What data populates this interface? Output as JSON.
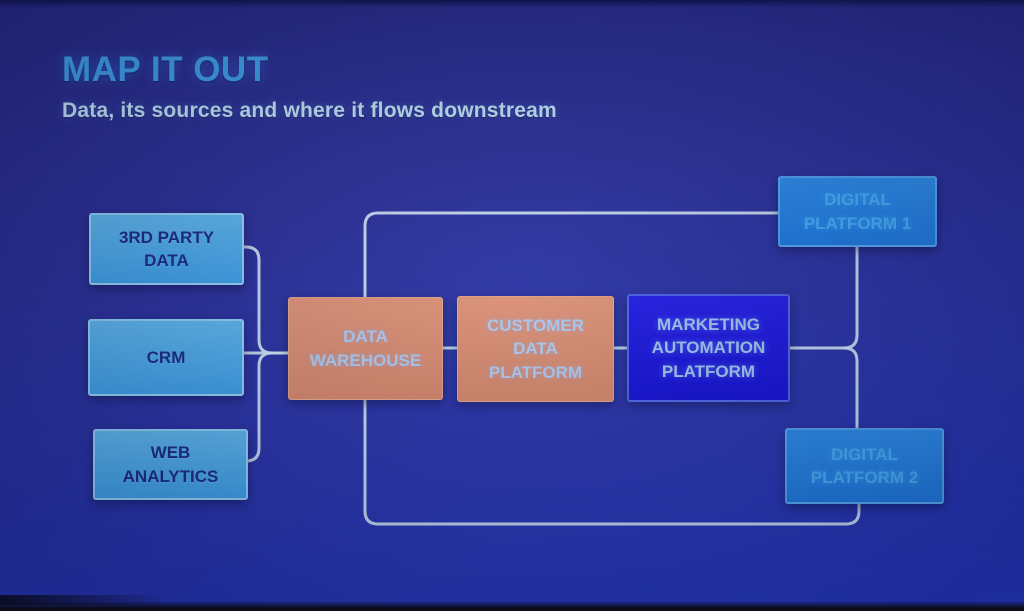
{
  "slide": {
    "title": "MAP IT OUT",
    "subtitle": "Data, its sources and where it flows downstream"
  },
  "colors": {
    "background": "#292d93",
    "title": "#3f9de9",
    "subtitle": "#bfe0f6",
    "connector": "#cfe3f4",
    "source_box_fill": "#4daae9",
    "source_box_text": "#1b2b84",
    "warehouse_box_fill": "#d78c70",
    "warehouse_box_text": "#abc9f1",
    "map_box_fill": "#1b17e0",
    "map_box_text": "#9fc4f0",
    "digital_box_fill": "#2080e4",
    "digital_box_text": "#45acf3"
  },
  "diagram": {
    "nodes": {
      "third_party_data": {
        "label": "3RD PARTY\nDATA"
      },
      "crm": {
        "label": "CRM"
      },
      "web_analytics": {
        "label": "WEB\nANALYTICS"
      },
      "data_warehouse": {
        "label": "DATA\nWAREHOUSE"
      },
      "customer_data_platform": {
        "label": "CUSTOMER\nDATA\nPLATFORM"
      },
      "marketing_automation_platform": {
        "label": "MARKETING\nAUTOMATION\nPLATFORM"
      },
      "digital_platform_1": {
        "label": "DIGITAL\nPLATFORM 1"
      },
      "digital_platform_2": {
        "label": "DIGITAL\nPLATFORM 2"
      }
    },
    "edges": [
      {
        "a": "third-party-data",
        "b": "data-warehouse"
      },
      {
        "a": "crm",
        "b": "data-warehouse"
      },
      {
        "a": "web-analytics",
        "b": "data-warehouse"
      },
      {
        "a": "data-warehouse",
        "b": "customer-data-platform"
      },
      {
        "a": "customer-data-platform",
        "b": "marketing-automation-platform"
      },
      {
        "a": "marketing-automation-platform",
        "b": "digital-platform-1"
      },
      {
        "a": "marketing-automation-platform",
        "b": "digital-platform-2"
      },
      {
        "a": "digital-platform-1",
        "b": "digital-platform-2"
      },
      {
        "a": "data-warehouse",
        "b": "digital-platform-1"
      },
      {
        "a": "data-warehouse",
        "b": "digital-platform-2"
      }
    ]
  }
}
